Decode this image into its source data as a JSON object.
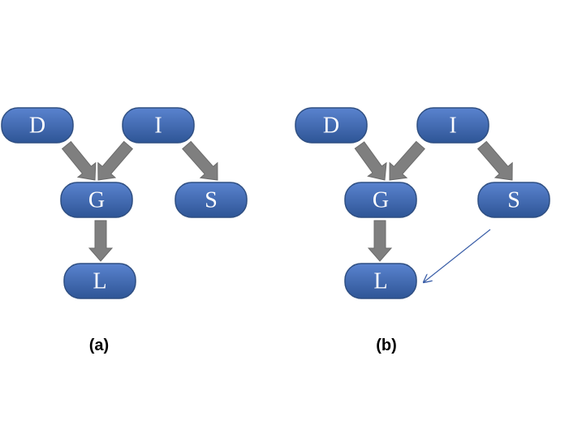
{
  "colors": {
    "node_top": "#5a83cf",
    "node_bottom": "#2e5596",
    "edge_fill": "#7f7f7f",
    "edge_stroke": "#6b6b6b",
    "thin_edge": "#3b5fa8"
  },
  "panel_a": {
    "caption": "(a)",
    "nodes": {
      "D": "D",
      "I": "I",
      "G": "G",
      "S": "S",
      "L": "L"
    }
  },
  "panel_b": {
    "caption": "(b)",
    "nodes": {
      "D": "D",
      "I": "I",
      "G": "G",
      "S": "S",
      "L": "L"
    }
  }
}
